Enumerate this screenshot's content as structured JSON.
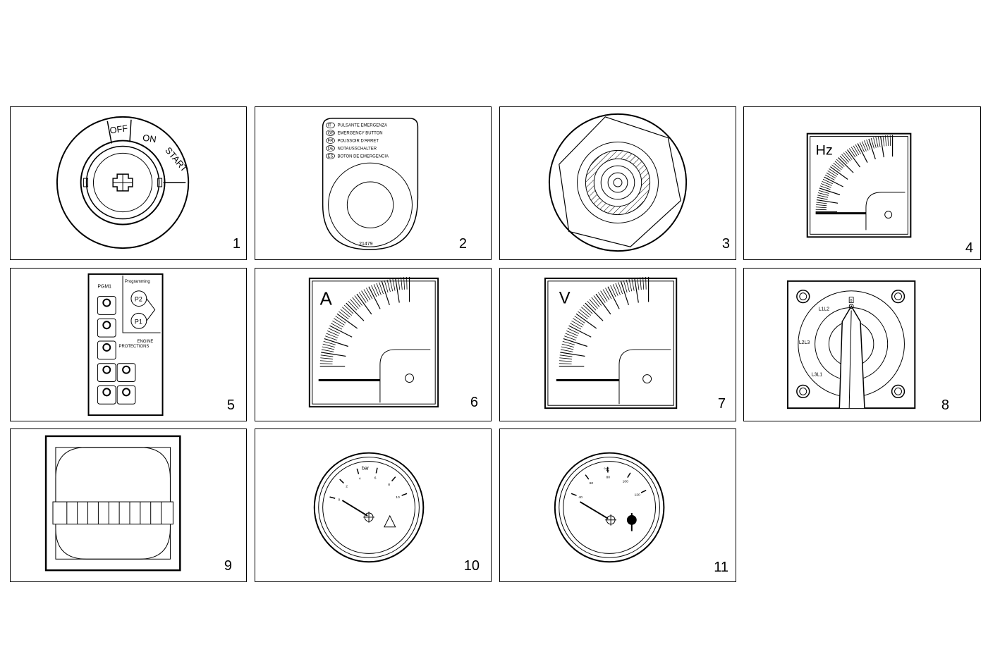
{
  "panels": [
    {
      "number": "1"
    },
    {
      "number": "2"
    },
    {
      "number": "3"
    },
    {
      "number": "4"
    },
    {
      "number": "5"
    },
    {
      "number": "6"
    },
    {
      "number": "7"
    },
    {
      "number": "8"
    },
    {
      "number": "9"
    },
    {
      "number": "10"
    },
    {
      "number": "11"
    }
  ],
  "key_switch": {
    "off": "OFF",
    "on": "ON",
    "start": "START"
  },
  "emergency_button": {
    "lines": [
      {
        "code": "IT",
        "text": "PULSANTE EMERGENZA"
      },
      {
        "code": "GB",
        "text": "EMERGENCY BUTTON"
      },
      {
        "code": "FR",
        "text": "POUSSOIR D'ARRET"
      },
      {
        "code": "DE",
        "text": "NOTAUSSCHALTER"
      },
      {
        "code": "ES",
        "text": "BOTON DE EMERGENCIA"
      }
    ],
    "code_number": "21479"
  },
  "frequency_meter": {
    "unit": "Hz"
  },
  "engine_protection_panel": {
    "title": "PGM1",
    "programming": "Programming",
    "p2": "P2",
    "p1": "P1",
    "protections": "ENGINE\nPROTECTIONS"
  },
  "ammeter": {
    "unit": "A"
  },
  "voltmeter": {
    "unit": "V"
  },
  "phase_selector": {
    "l1l2": "L1L2",
    "l2l3": "L2L3",
    "l3l1": "L3L1",
    "zero": "0"
  },
  "oil_pressure_gauge": {
    "unit": "bar",
    "ticks": [
      "0",
      "2",
      "4",
      "6",
      "8",
      "10"
    ]
  },
  "temperature_gauge": {
    "unit": "°C",
    "ticks": [
      "40",
      "60",
      "80",
      "100",
      "120"
    ]
  }
}
